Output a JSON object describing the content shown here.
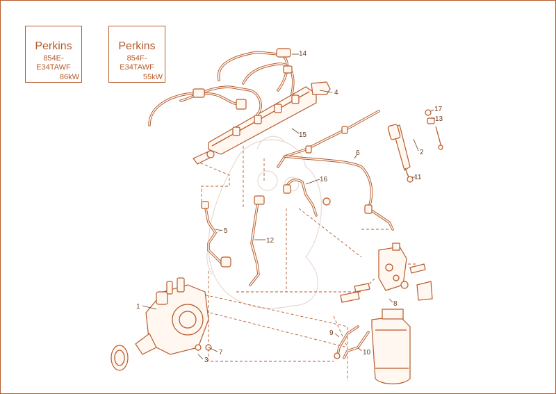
{
  "model_boxes": [
    {
      "brand": "Perkins",
      "code_line1": "854E-",
      "code_line2": "E34TAWF",
      "power": "86kW"
    },
    {
      "brand": "Perkins",
      "code_line1": "854F-",
      "code_line2": "E34TAWF",
      "power": "55kW"
    }
  ],
  "callouts": {
    "c1": "1",
    "c2": "2",
    "c3": "3",
    "c4": "4",
    "c5": "5",
    "c6": "6",
    "c7": "7",
    "c8": "8",
    "c9": "9",
    "c10": "10",
    "c11": "11",
    "c12": "12",
    "c13": "13",
    "c14": "14",
    "c15": "15",
    "c16": "16",
    "c17": "17"
  },
  "colors": {
    "accent": "#b65a2a",
    "label": "#6a3a1a",
    "watermark": "#e8d8d2"
  }
}
